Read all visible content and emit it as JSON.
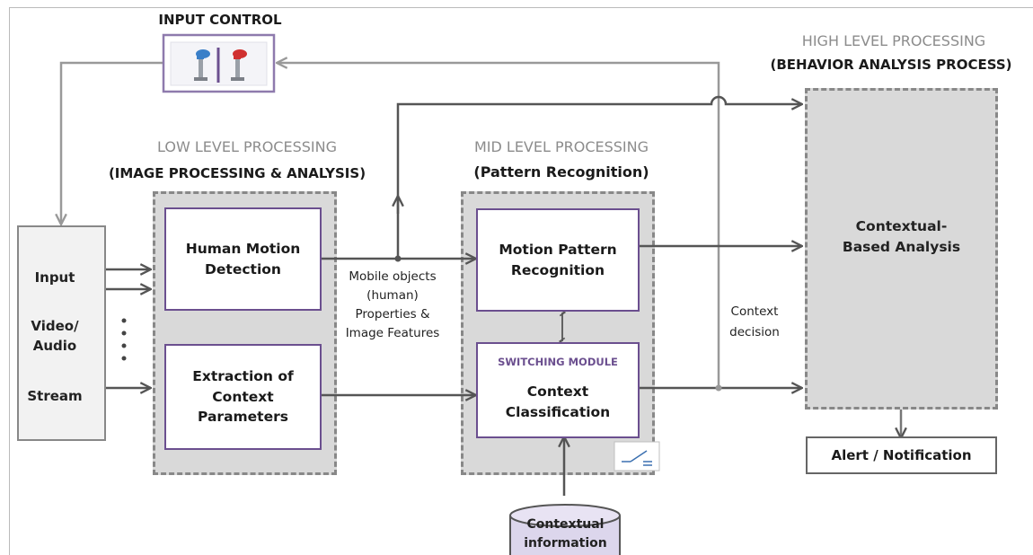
{
  "input_control": {
    "label": "INPUT CONTROL"
  },
  "high_level": {
    "title": "HIGH LEVEL PROCESSING",
    "subtitle": "(BEHAVIOR ANALYSIS PROCESS)",
    "box": "Contextual-Based Analysis"
  },
  "low_level": {
    "title": "LOW LEVEL PROCESSING",
    "subtitle": "(IMAGE PROCESSING  & ANALYSIS)",
    "box_motion": "Human Motion Detection",
    "box_extraction": "Extraction of Context Parameters"
  },
  "mid_level": {
    "title": "MID LEVEL PROCESSING",
    "subtitle": "(Pattern Recognition)",
    "box_pattern": "Motion Pattern Recognition",
    "switching_label": "SWITCHING MODULE",
    "box_context": "Context Classification"
  },
  "input_stream": {
    "line1": "Input",
    "line2": "Video/ Audio",
    "line3": "Stream"
  },
  "annotations": {
    "mobile_objects": "Mobile objects (human) Properties & Image Features",
    "context_decision": "Context decision"
  },
  "contextual_info": {
    "label": "Contextual information"
  },
  "alert": {
    "label": "Alert / Notification"
  },
  "colors": {
    "accent_purple": "#6b4f8f",
    "region_fill": "#d9d9d9",
    "arrow": "#555555"
  }
}
